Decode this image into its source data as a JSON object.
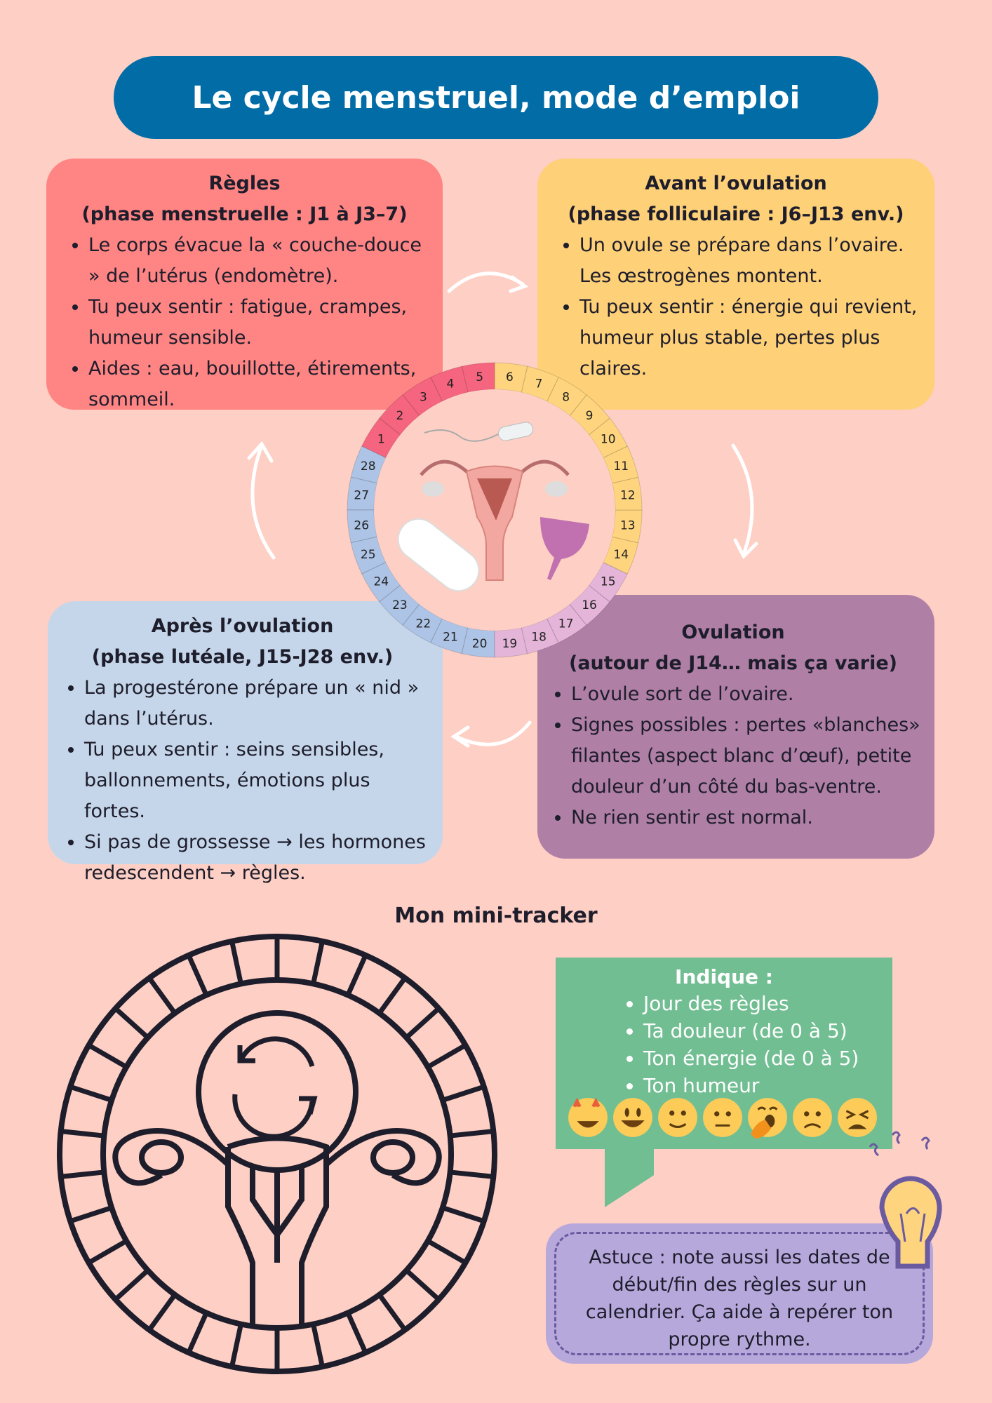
{
  "title": "Le cycle menstruel, mode d’emploi",
  "regles": {
    "heading": "Règles",
    "subheading": "(phase menstruelle : J1 à J3–7)",
    "items": [
      "Le corps évacue la « couche-douce » de l’utérus (endomètre).",
      "Tu peux sentir : fatigue, crampes, humeur sensible.",
      "Aides : eau, bouillotte, étirements, sommeil."
    ]
  },
  "avant": {
    "heading": "Avant l’ovulation",
    "subheading": "(phase folliculaire : J6–J13 env.)",
    "items": [
      "Un ovule se prépare dans l’ovaire. Les œstrogènes montent.",
      "Tu peux sentir : énergie qui revient, humeur plus stable, pertes plus claires."
    ]
  },
  "apres": {
    "heading": "Après l’ovulation",
    "subheading": "(phase lutéale, J15-J28 env.)",
    "items": [
      "La progestérone prépare un « nid » dans l’utérus.",
      "Tu peux sentir : seins sensibles, ballonnements, émotions plus fortes.",
      "Si pas de grossesse → les hormones redescendent → règles."
    ]
  },
  "ovulation": {
    "heading": "Ovulation",
    "subheading": "(autour de J14… mais ça varie)",
    "items": [
      "L’ovule sort de l’ovaire.",
      "Signes possibles : pertes «blanches» filantes (aspect blanc d’œuf), petite douleur d’un côté du bas-ventre.",
      "Ne rien sentir est normal."
    ]
  },
  "wheel": {
    "days": [
      "1",
      "2",
      "3",
      "4",
      "5",
      "6",
      "7",
      "8",
      "9",
      "10",
      "11",
      "12",
      "13",
      "14",
      "15",
      "16",
      "17",
      "18",
      "19",
      "20",
      "21",
      "22",
      "23",
      "24",
      "25",
      "26",
      "27",
      "28"
    ],
    "phase_colors": {
      "menstrual": "#f6657f",
      "follicular": "#fed57e",
      "ovulation": "#e4b5d9",
      "luteal": "#adc4e6"
    }
  },
  "tracker": {
    "title": "Mon mini-tracker",
    "indique": {
      "heading": "Indique :",
      "items": [
        "Jour des règles",
        "Ta douleur (de 0 à 5)",
        "Ton énergie (de 0 à 5)",
        "Ton humeur"
      ]
    },
    "moods": [
      "star-struck",
      "grinning",
      "smiling",
      "neutral",
      "yawning",
      "frowning",
      "tired"
    ]
  },
  "astuce": "Astuce : note aussi les dates de début/fin des règles sur un calendrier. Ça aide à repérer ton propre rythme."
}
